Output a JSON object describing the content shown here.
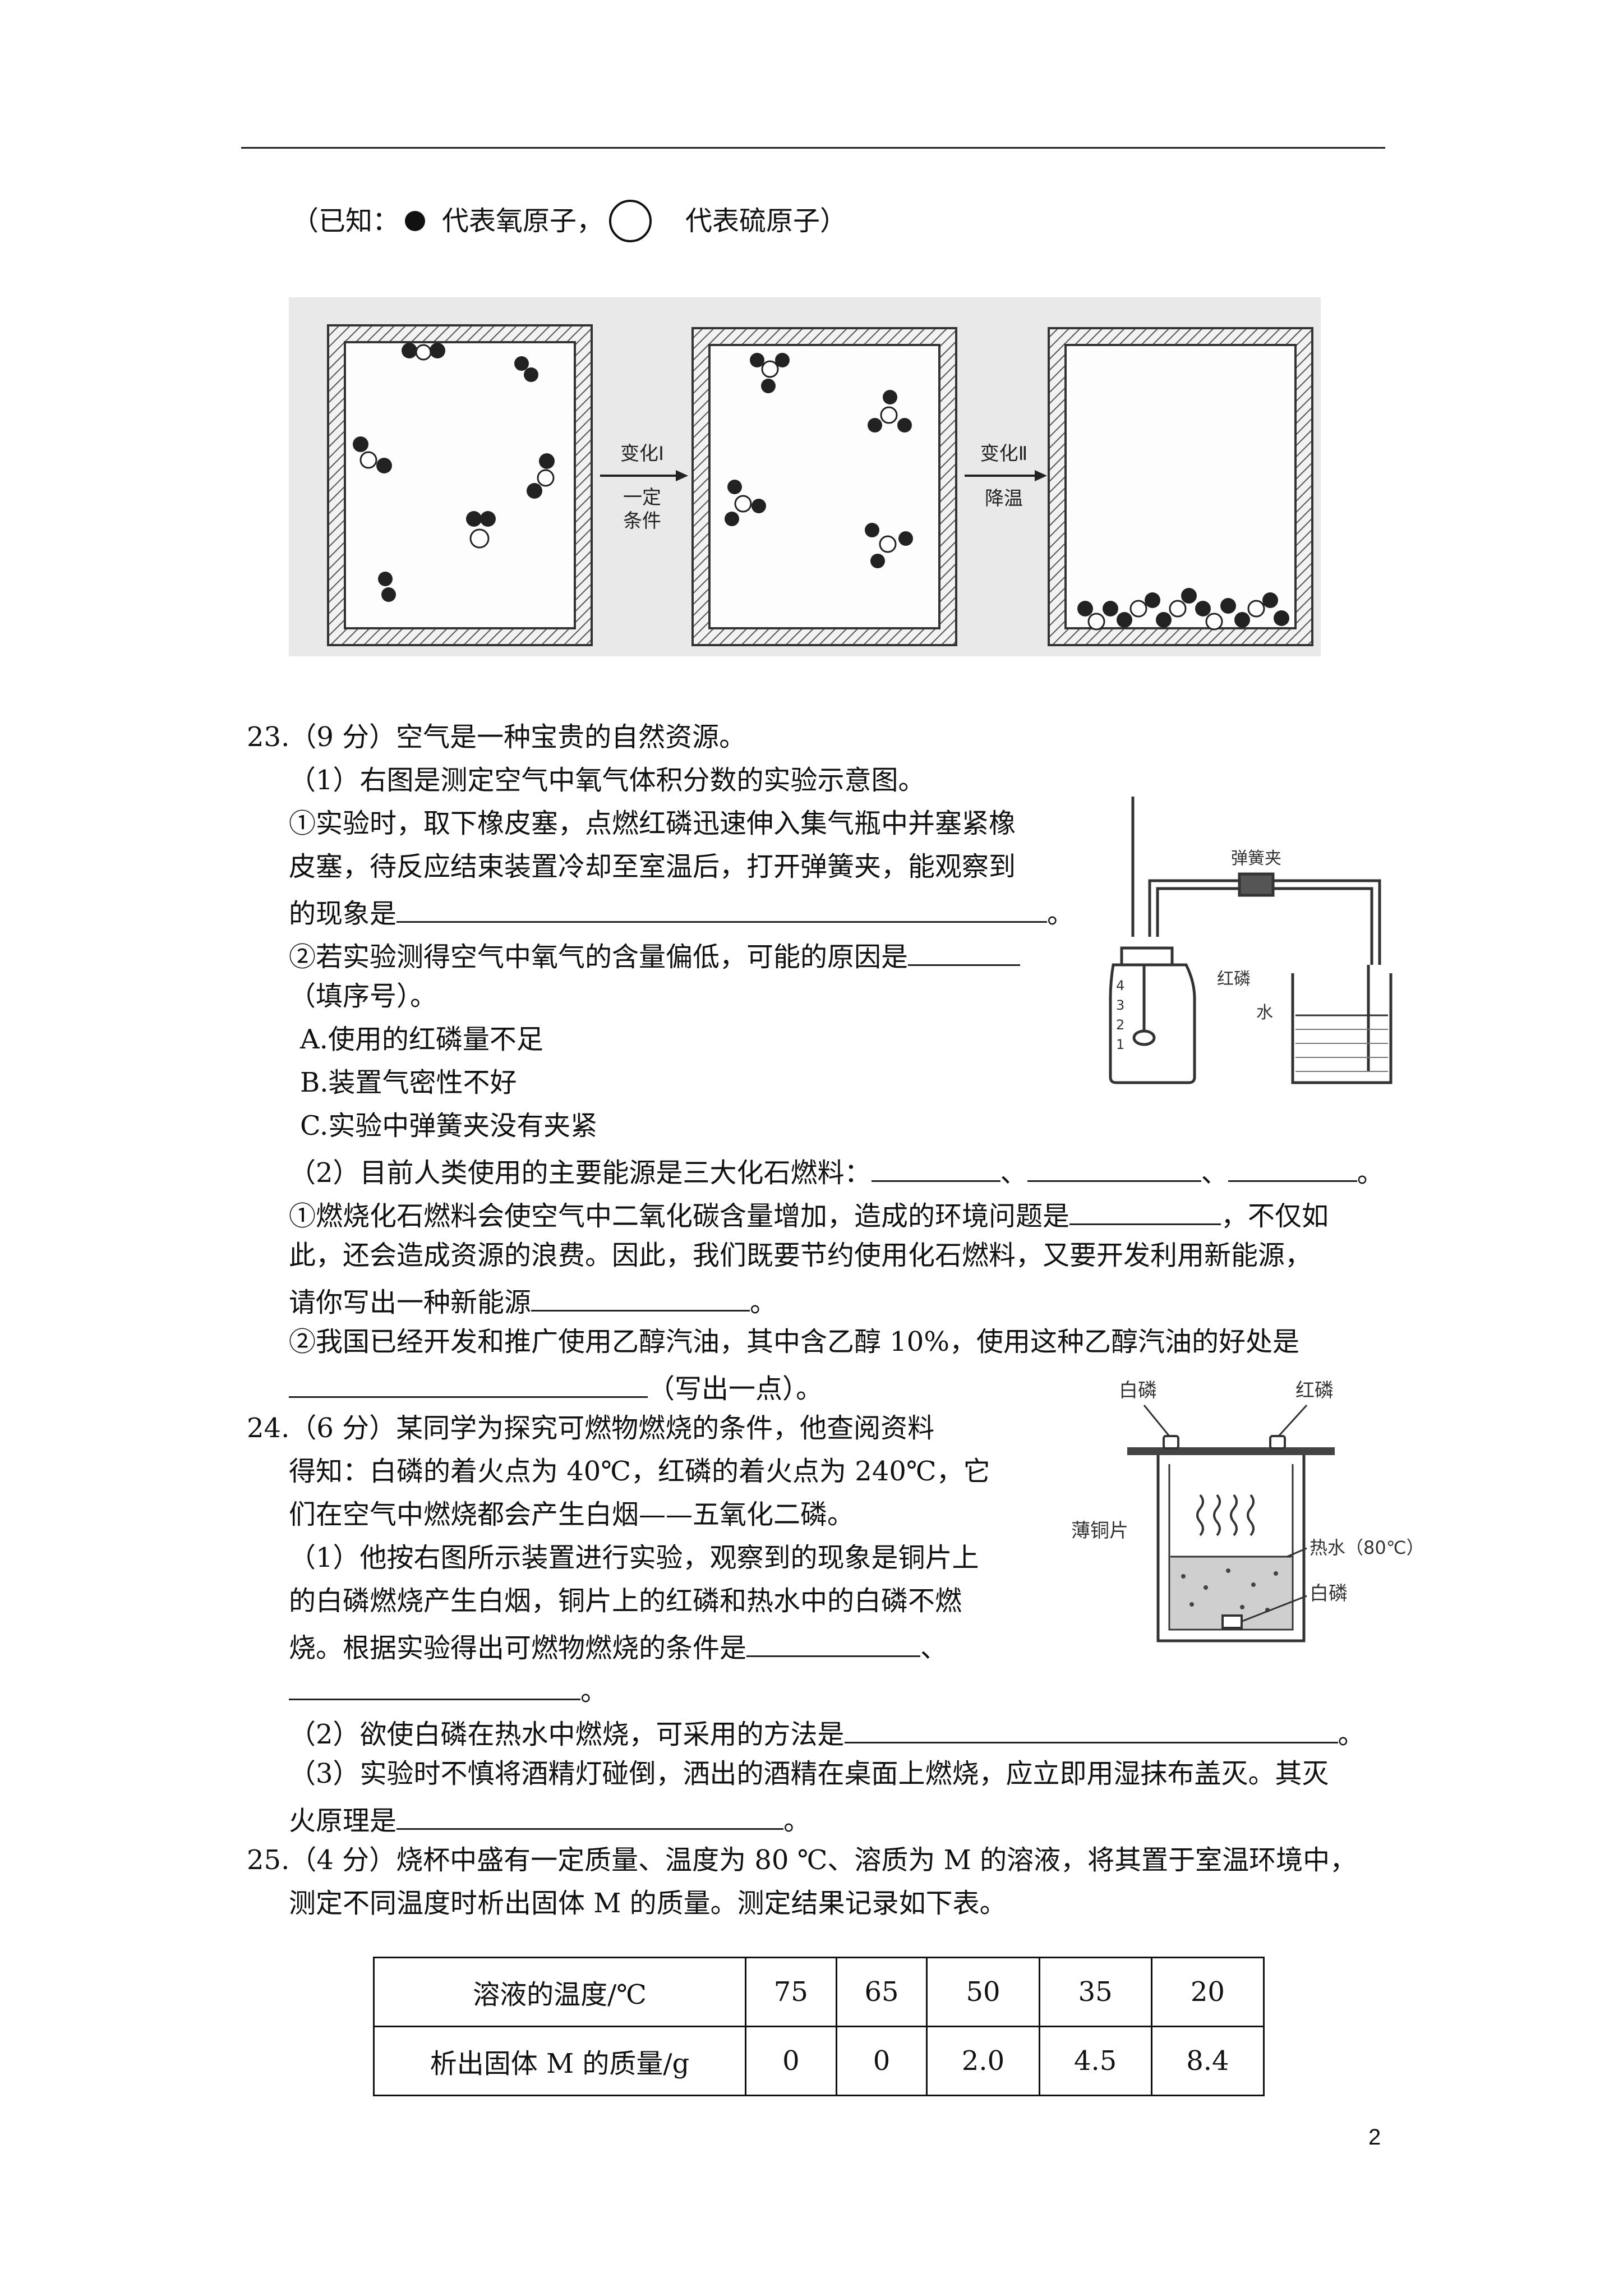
{
  "legend": {
    "prefix": "（已知：",
    "oxygen_text": "代表氧原子，",
    "sulfur_text": "代表硫原子）"
  },
  "figure_molecules": {
    "arrow1_label_top": "变化Ⅰ",
    "arrow1_label_bottom1": "一定",
    "arrow1_label_bottom2": "条件",
    "arrow2_label_top": "变化Ⅱ",
    "arrow2_label_bottom": "降温"
  },
  "q23": {
    "title": "23.（9 分）空气是一种宝贵的自然资源。",
    "p1": "（1）右图是测定空气中氧气体积分数的实验示意图。",
    "p1_1a": "①实验时，取下橡皮塞，点燃红磷迅速伸入集气瓶中并塞紧橡",
    "p1_1b": "皮塞，待反应结束装置冷却至室温后，打开弹簧夹，能观察到",
    "p1_1c": "的现象是",
    "p1_1c_end": "。",
    "p1_2a": "②若实验测得空气中氧气的含量偏低，可能的原因是",
    "p1_2b": "（填序号）。",
    "optA": "A.使用的红磷量不足",
    "optB": "B.装置气密性不好",
    "optC": "C.实验中弹簧夹没有夹紧",
    "p2": "（2）目前人类使用的主要能源是三大化石燃料：",
    "sep1": "、",
    "sep2": "、",
    "p2_end": "。",
    "p2_1a": "①燃烧化石燃料会使空气中二氧化碳含量增加，造成的环境问题是",
    "p2_1a_end": "，不仅如",
    "p2_1b": "此，还会造成资源的浪费。因此，我们既要节约使用化石燃料，又要开发利用新能源，",
    "p2_1c": "请你写出一种新能源",
    "p2_1c_end": "。",
    "p2_2a": "②我国已经开发和推广使用乙醇汽油，其中含乙醇 10%，使用这种乙醇汽油的好处是",
    "p2_2b": "（写出一点）。",
    "fig": {
      "clamp": "弹簧夹",
      "phosphorus": "红磷",
      "water": "水",
      "scale": [
        "4",
        "3",
        "2",
        "1"
      ]
    }
  },
  "q24": {
    "l1": "24.（6 分）某同学为探究可燃物燃烧的条件，他查阅资料",
    "l2": "得知：白磷的着火点为 40℃，红磷的着火点为 240℃，它",
    "l3": "们在空气中燃烧都会产生白烟——五氧化二磷。",
    "l4": "（1）他按右图所示装置进行实验，观察到的现象是铜片上",
    "l5": "的白磷燃烧产生白烟，铜片上的红磷和热水中的白磷不燃",
    "l6": "烧。根据实验得出可燃物燃烧的条件是",
    "l6_end": "、",
    "l7_end": "。",
    "l8": "（2）欲使白磷在热水中燃烧，可采用的方法是",
    "l8_end": "。",
    "l9": "（3）实验时不慎将酒精灯碰倒，洒出的酒精在桌面上燃烧，应立即用湿抹布盖灭。其灭",
    "l10": "火原理是",
    "l10_end": "。",
    "fig": {
      "white_p": "白磷",
      "red_p": "红磷",
      "copper": "薄铜片",
      "hot_water": "热水（80℃）",
      "white_p2": "白磷"
    }
  },
  "q25": {
    "l1": "25.（4 分）烧杯中盛有一定质量、温度为 80 ℃、溶质为 M 的溶液，将其置于室温环境中，",
    "l2": "测定不同温度时析出固体 M 的质量。测定结果记录如下表。",
    "table": {
      "rows": [
        {
          "label": "溶液的温度/℃",
          "cells": [
            "75",
            "65",
            "50",
            "35",
            "20"
          ]
        },
        {
          "label": "析出固体 M 的质量/g",
          "cells": [
            "0",
            "0",
            "2.0",
            "4.5",
            "8.4"
          ]
        }
      ]
    }
  },
  "page_number": "2"
}
